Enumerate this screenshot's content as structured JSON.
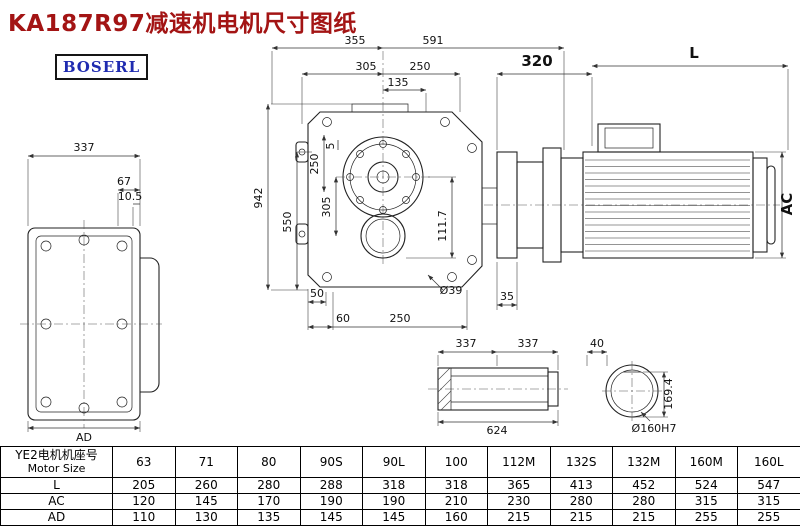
{
  "page": {
    "title": "KA187R97减速机电机尺寸图纸",
    "logo": "BOSERL"
  },
  "dims": {
    "left": {
      "w337": "337",
      "d67": "67",
      "d105": "10.5",
      "ad": "AD"
    },
    "main": {
      "d591": "591",
      "d355": "355",
      "d305": "305",
      "d250t": "250",
      "d135": "135",
      "d942": "942",
      "d550": "550",
      "d250l": "250",
      "d5": "5",
      "d305l": "305",
      "d1117": "111.7",
      "d50": "50",
      "d60": "60",
      "d250b": "250",
      "d39": "Ø39",
      "d35": "35"
    },
    "motor": {
      "d320": "320",
      "dl": "L",
      "dac": "AC"
    },
    "shaft": {
      "d337a": "337",
      "d337b": "337",
      "d624": "624"
    },
    "flange": {
      "d40": "40",
      "d1694": "169.4",
      "dbore": "Ø160H7"
    }
  },
  "table": {
    "header_cn": "YE2电机机座号",
    "header_en": "Motor Size",
    "columns": [
      "63",
      "71",
      "80",
      "90S",
      "90L",
      "100",
      "112M",
      "132S",
      "132M",
      "160M",
      "160L"
    ],
    "rows": [
      {
        "label": "L",
        "values": [
          "205",
          "260",
          "280",
          "288",
          "318",
          "318",
          "365",
          "413",
          "452",
          "524",
          "547"
        ]
      },
      {
        "label": "AC",
        "values": [
          "120",
          "145",
          "170",
          "190",
          "190",
          "210",
          "230",
          "280",
          "280",
          "315",
          "315"
        ]
      },
      {
        "label": "AD",
        "values": [
          "110",
          "130",
          "135",
          "145",
          "145",
          "160",
          "215",
          "215",
          "215",
          "255",
          "255"
        ]
      }
    ]
  }
}
